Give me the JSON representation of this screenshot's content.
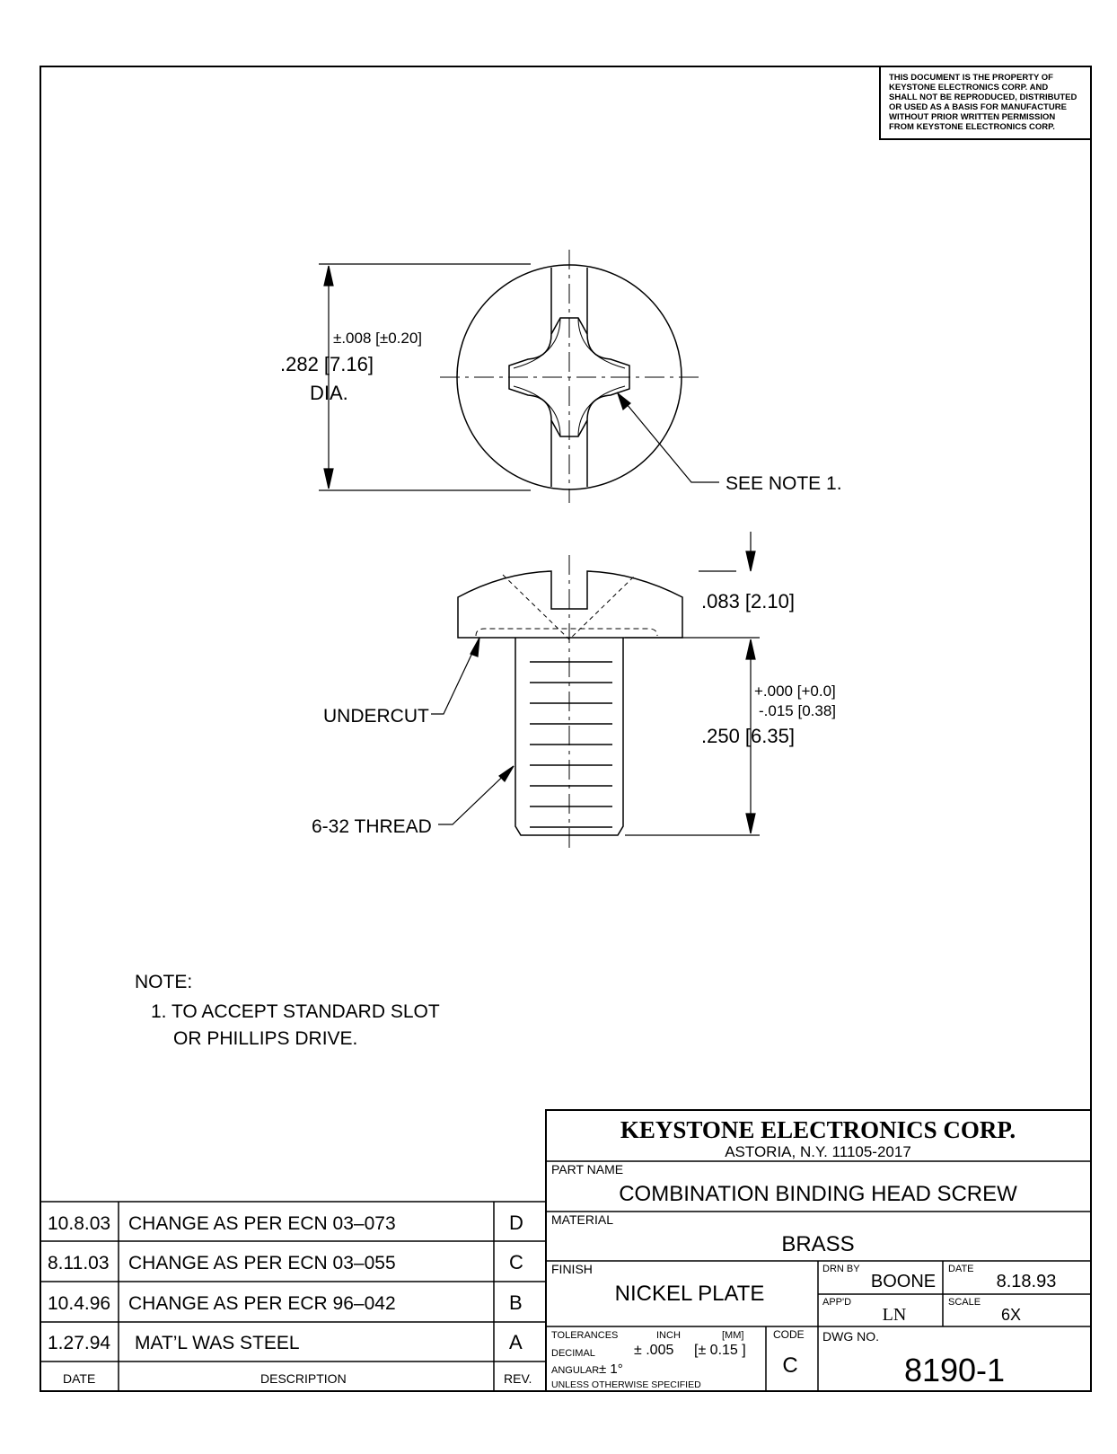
{
  "proprietary_notice": [
    "THIS DOCUMENT IS THE PROPERTY OF",
    "KEYSTONE ELECTRONICS CORP. AND",
    "SHALL NOT BE REPRODUCED, DISTRIBUTED",
    "OR USED AS A BASIS FOR MANUFACTURE",
    "WITHOUT PRIOR WRITTEN PERMISSION",
    "FROM KEYSTONE ELECTRONICS CORP."
  ],
  "dimensions": {
    "dia_tol": "±.008 [±0.20]",
    "dia_value": ".282 [7.16]",
    "dia_label": "DIA.",
    "see_note": "SEE NOTE 1.",
    "head_height": ".083 [2.10]",
    "length_tol_plus": "+.000 [+0.0]",
    "length_tol_minus": "-.015 [0.38]",
    "length_value": ".250 [6.35]",
    "undercut": "UNDERCUT",
    "thread": "6-32 THREAD"
  },
  "notes": {
    "heading": "NOTE:",
    "line1": "1. TO ACCEPT STANDARD SLOT",
    "line2": "OR PHILLIPS DRIVE."
  },
  "revisions": {
    "rows": [
      {
        "date": "10.8.03",
        "description": "CHANGE  AS  PER  ECN  03–073",
        "rev": "D"
      },
      {
        "date": "8.11.03",
        "description": "CHANGE  AS  PER  ECN  03–055",
        "rev": "C"
      },
      {
        "date": "10.4.96",
        "description": "CHANGE  AS  PER  ECR  96–042",
        "rev": "B"
      },
      {
        "date": "1.27.94",
        "description": "MAT’L  WAS  STEEL",
        "rev": "A"
      }
    ],
    "header_date": "DATE",
    "header_description": "DESCRIPTION",
    "header_rev": "REV."
  },
  "title_block": {
    "company": "KEYSTONE ELECTRONICS CORP.",
    "address": "ASTORIA, N.Y. 11105-2017",
    "part_name_label": "PART NAME",
    "part_name": "COMBINATION BINDING HEAD SCREW",
    "material_label": "MATERIAL",
    "material": "BRASS",
    "finish_label": "FINISH",
    "finish": "NICKEL PLATE",
    "drn_by_label": "DRN BY",
    "drn_by": "BOONE",
    "date_label": "DATE",
    "date": "8.18.93",
    "appd_label": "APP'D",
    "appd": "LN",
    "scale_label": "SCALE",
    "scale": "6X",
    "tolerances_label": "TOLERANCES",
    "inch_label": "INCH",
    "mm_label": "[MM]",
    "code_label": "CODE",
    "code": "C",
    "decimal_label": "DECIMAL",
    "decimal_tol": "± .005",
    "decimal_tol_mm": "[± 0.15 ]",
    "angular_label": "ANGULAR",
    "angular_tol": "± 1°",
    "unless_label": "UNLESS OTHERWISE SPECIFIED",
    "dwg_no_label": "DWG NO.",
    "dwg_no": "8190-1"
  }
}
